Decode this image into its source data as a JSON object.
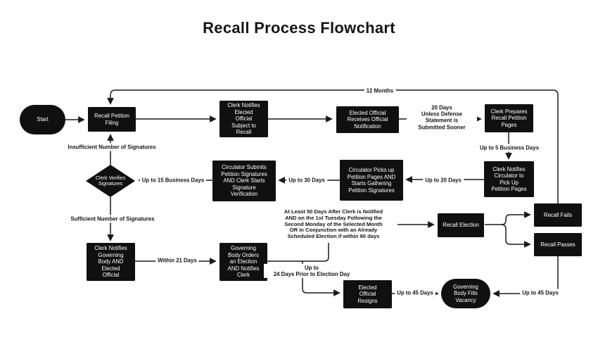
{
  "title": "Recall Process Flowchart",
  "colors": {
    "background": "#ffffff",
    "node_fill": "#101010",
    "node_text": "#ffffff",
    "line": "#1a1a1a",
    "label_text": "#141414",
    "title_text": "#151515"
  },
  "nodes": {
    "start": "Start",
    "recall_petition_filing": "Recall Petition\nFiling",
    "clerk_notifies_elected_official": "Clerk Notifies\nElected\nOfficial\nSubject to\nRecall",
    "elected_official_receives_notification": "Elected Official\nReceives Official\nNotification",
    "clerk_prepares_pages": "Clerk Prepares\nRecall Petition\nPages",
    "clerk_notifies_circulator": "Clerk Notifies\nCirculator to\nPick Up\nPetition Pages",
    "circulator_picks_up": "Circulator Picks up\nPetition Pages AND\nStarts Gathering\nPetition Signatures",
    "circulator_submits": "Circulator Submits\nPetition Signatures\nAND Clerk Starts\nSignature\nVerification",
    "clerk_verifies_signatures": "Clerk Verifies\nSignatures",
    "clerk_notifies_governing_body": "Clerk Notifies\nGoverning\nBody AND\nElected\nOfficial",
    "governing_body_orders_election": "Governing\nBody Orders\nan Election\nAND Notifies\nClerk",
    "recall_election": "Recall Election",
    "recall_fails": "Recall Fails",
    "recall_passes": "Recall Passes",
    "elected_official_resigns": "Elected\nOfficial\nResigns",
    "governing_body_fills_vacancy": "Governing\nBody Fills\nVacancy"
  },
  "edge_labels": {
    "twelve_months": "12 Months",
    "twenty_days_unless_defense": "20 Days\nUnless Defense\nStatement is\nSubmitted Sooner",
    "up_to_5_business_days": "Up to 5 Business Days",
    "up_to_20_days": "Up to 20 Days",
    "up_to_30_days": "Up to 30 Days",
    "up_to_15_business_days": "Up to 15 Business Days",
    "insufficient_signatures": "Insufficient Number of Signatures",
    "sufficient_signatures": "Sufficient Number of Signatures",
    "within_21_days": "Within 21 Days",
    "at_least_50_days": "At Least 50 Days After Clerk is Notified\nAND on the 1st Tuesday Following the\nSecond Monday of the Selected Month\nOR in Conjunction with an Already\nScheduled Election if within 90 days",
    "up_to_24_days_prior": "Up to\n24 Days Prior to Election Day",
    "up_to_45_days_resign": "Up to 45 Days",
    "up_to_45_days_vacancy": "Up to 45 Days"
  }
}
